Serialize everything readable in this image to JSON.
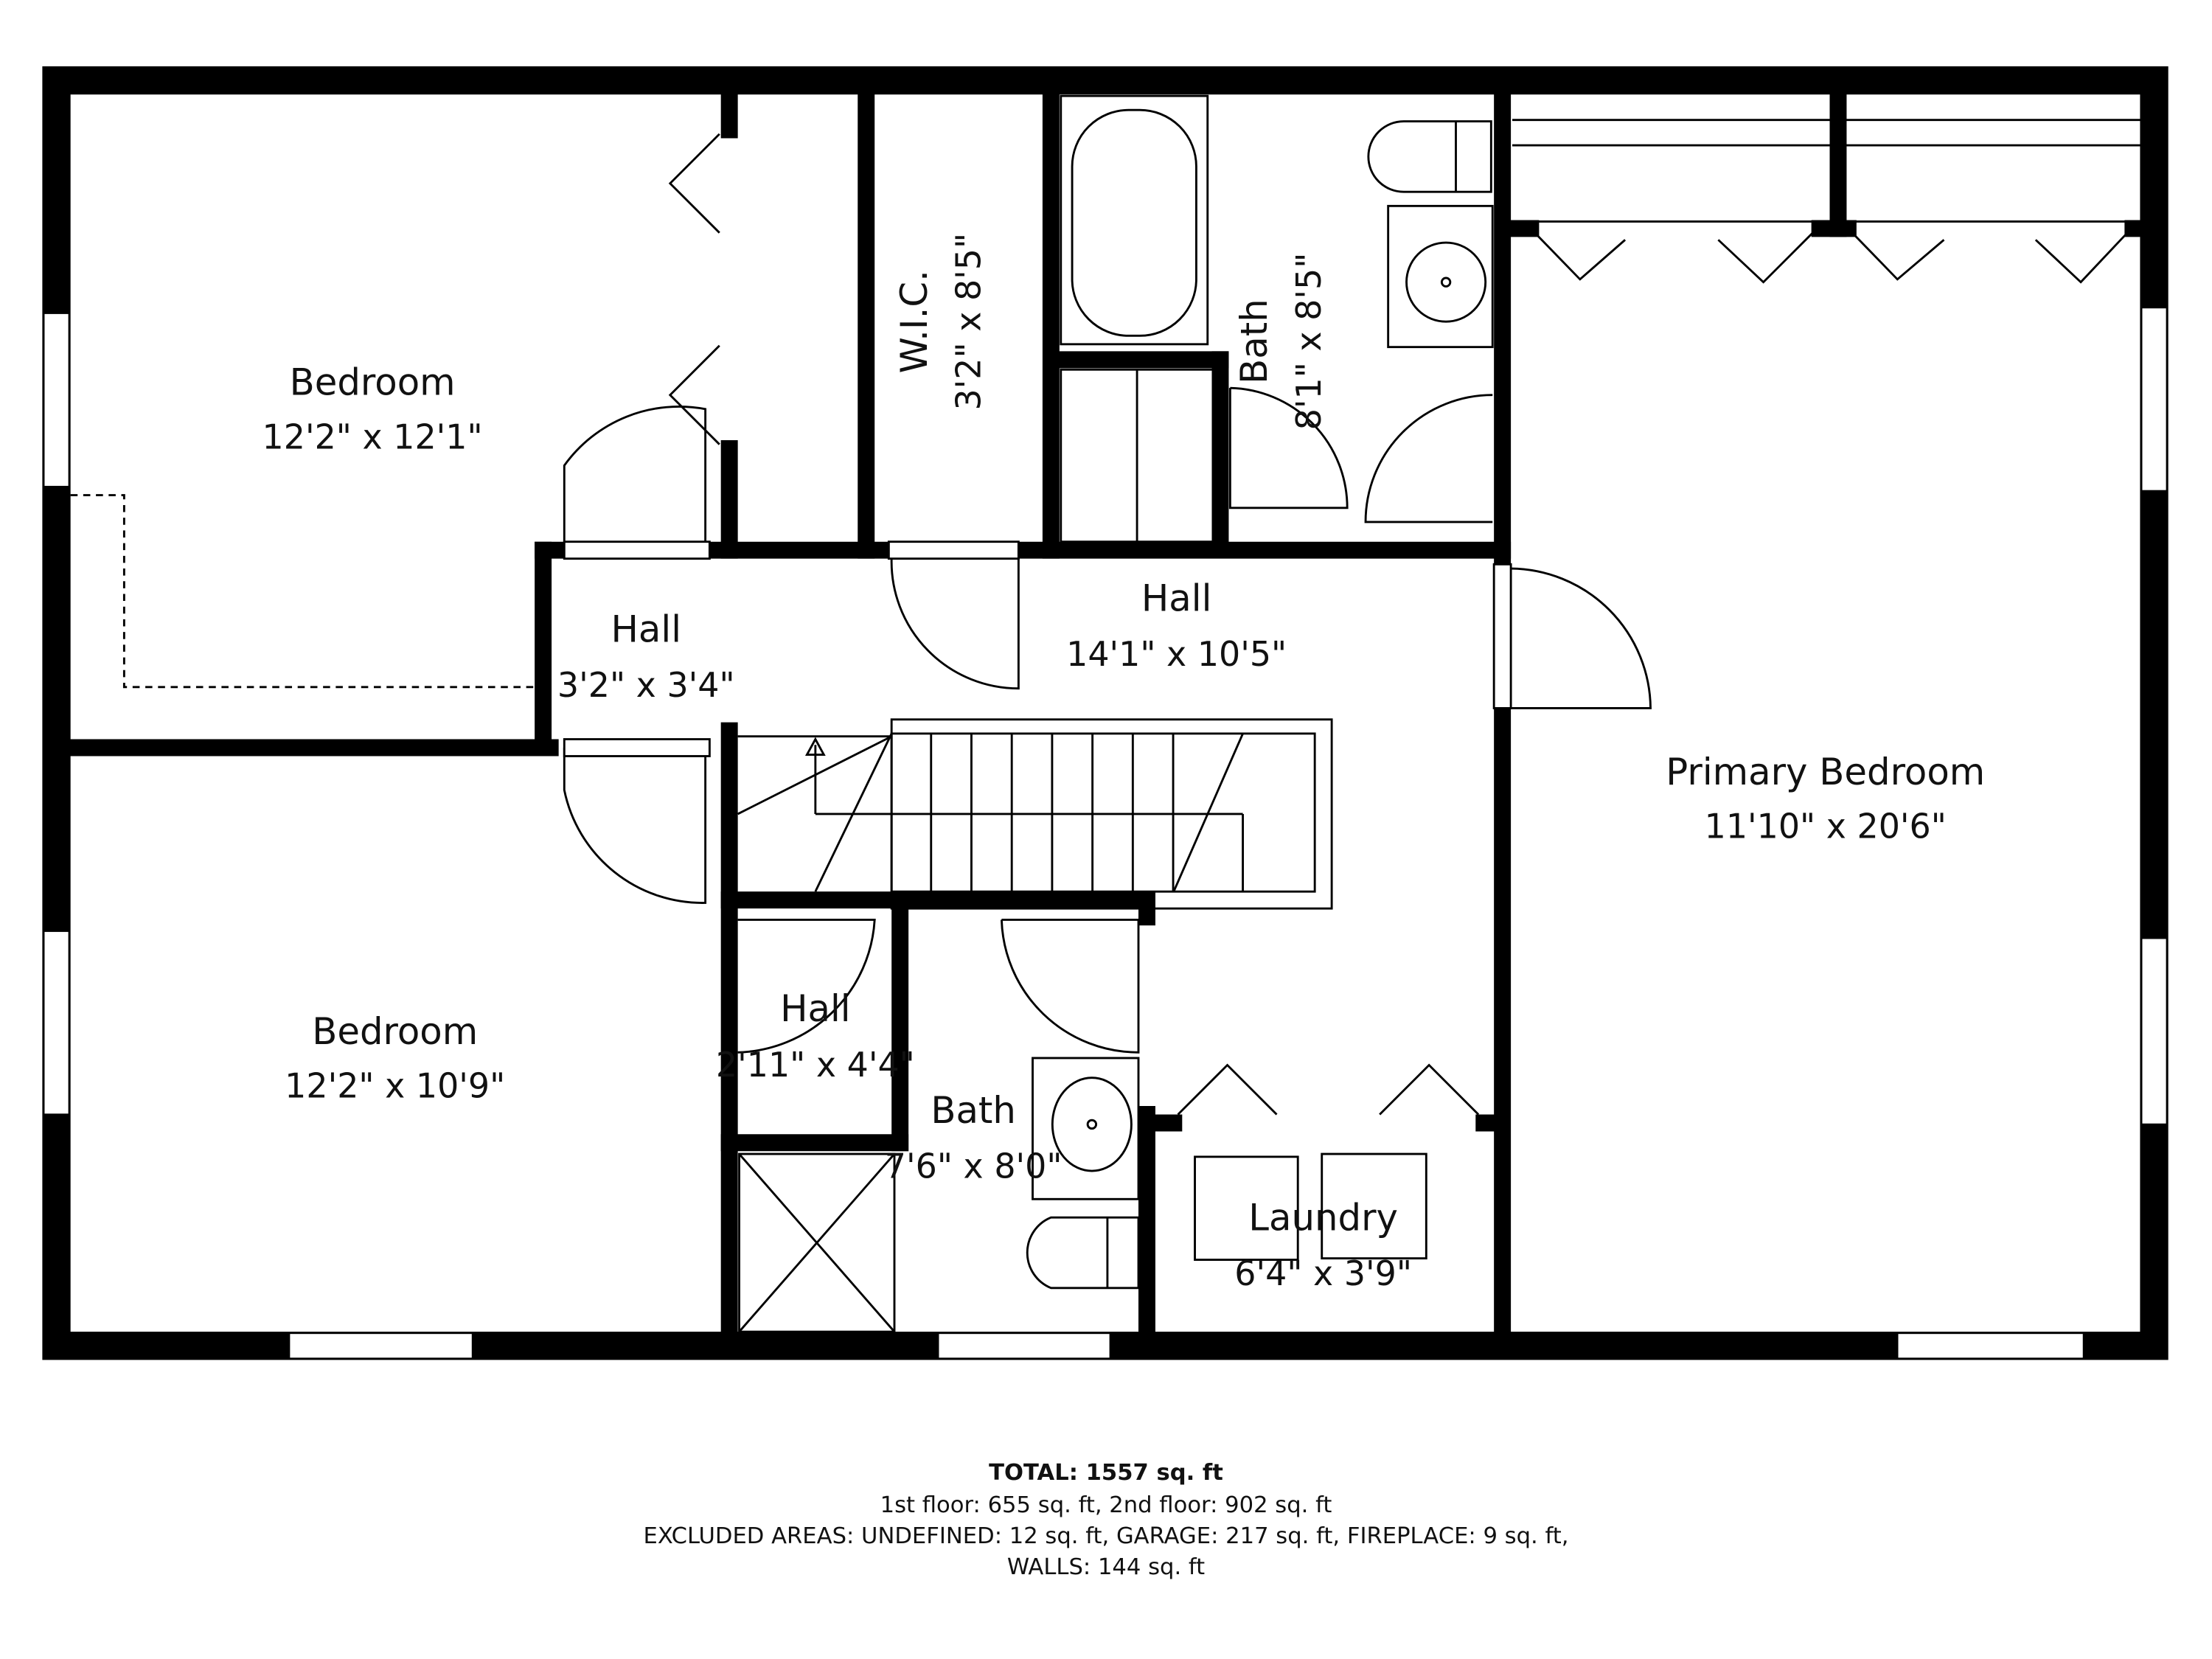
{
  "rooms": {
    "bedroom_top": {
      "name": "Bedroom",
      "dims": "12'2\" x 12'1\""
    },
    "bedroom_bottom": {
      "name": "Bedroom",
      "dims": "12'2\" x 10'9\""
    },
    "wic": {
      "name": "W.I.C.",
      "dims": "3'2\" x 8'5\""
    },
    "bath_top": {
      "name": "Bath",
      "dims": "8'1\" x 8'5\""
    },
    "hall_small": {
      "name": "Hall",
      "dims": "3'2\" x 3'4\""
    },
    "hall_main": {
      "name": "Hall",
      "dims": "14'1\" x 10'5\""
    },
    "primary_bedroom": {
      "name": "Primary Bedroom",
      "dims": "11'10\" x 20'6\""
    },
    "hall_lower": {
      "name": "Hall",
      "dims": "2'11\" x 4'4\""
    },
    "bath_lower": {
      "name": "Bath",
      "dims": "7'6\" x 8'0\""
    },
    "laundry": {
      "name": "Laundry",
      "dims": "6'4\" x 3'9\""
    }
  },
  "summary": {
    "total": "TOTAL: 1557 sq. ft",
    "floors": "1st floor: 655 sq. ft, 2nd floor: 902 sq. ft",
    "excluded": "EXCLUDED AREAS: UNDEFINED: 12 sq. ft, GARAGE: 217 sq. ft, FIREPLACE: 9 sq. ft,",
    "walls": "WALLS: 144 sq. ft"
  },
  "colors": {
    "walls": "#000000",
    "background": "#ffffff"
  }
}
